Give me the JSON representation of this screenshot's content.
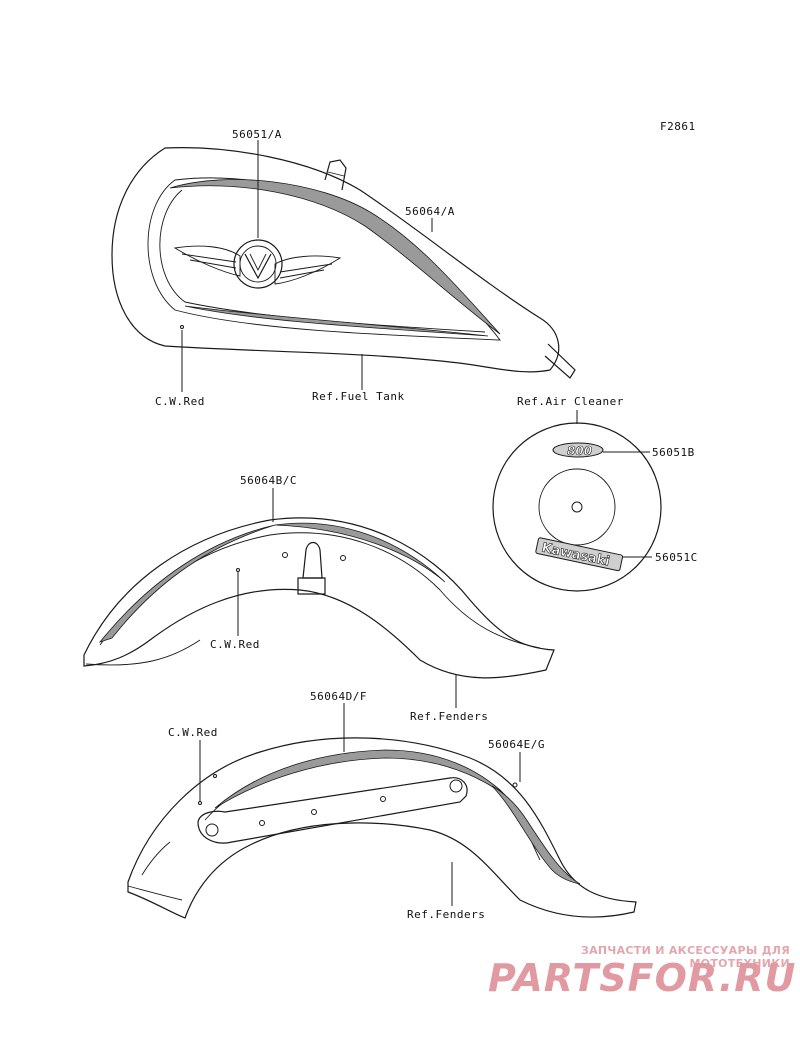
{
  "figure_code": "F2861",
  "labels": {
    "decal_56051A": "56051/A",
    "decal_56064A": "56064/A",
    "cw_red_tank": "C.W.Red",
    "ref_fuel_tank": "Ref.Fuel Tank",
    "ref_air_cleaner": "Ref.Air Cleaner",
    "decal_56051B": "56051B",
    "decal_56051C": "56051C",
    "decal_56064BC": "56064B/C",
    "cw_red_front": "C.W.Red",
    "ref_fenders_front": "Ref.Fenders",
    "decal_56064DF": "56064D/F",
    "cw_red_rear": "C.W.Red",
    "decal_56064EG": "56064E/G",
    "ref_fenders_rear": "Ref.Fenders"
  },
  "emblems": {
    "air_cleaner_model": "800",
    "air_cleaner_brand": "Kawasaki"
  },
  "watermark": {
    "tagline": "ЗАПЧАСТИ И АКСЕССУАРЫ ДЛЯ МОТОТЕХНИКИ",
    "logo": "PARTSFOR.RU"
  },
  "colors": {
    "line": "#1a1a1a",
    "watermark": "#e29aa2"
  }
}
